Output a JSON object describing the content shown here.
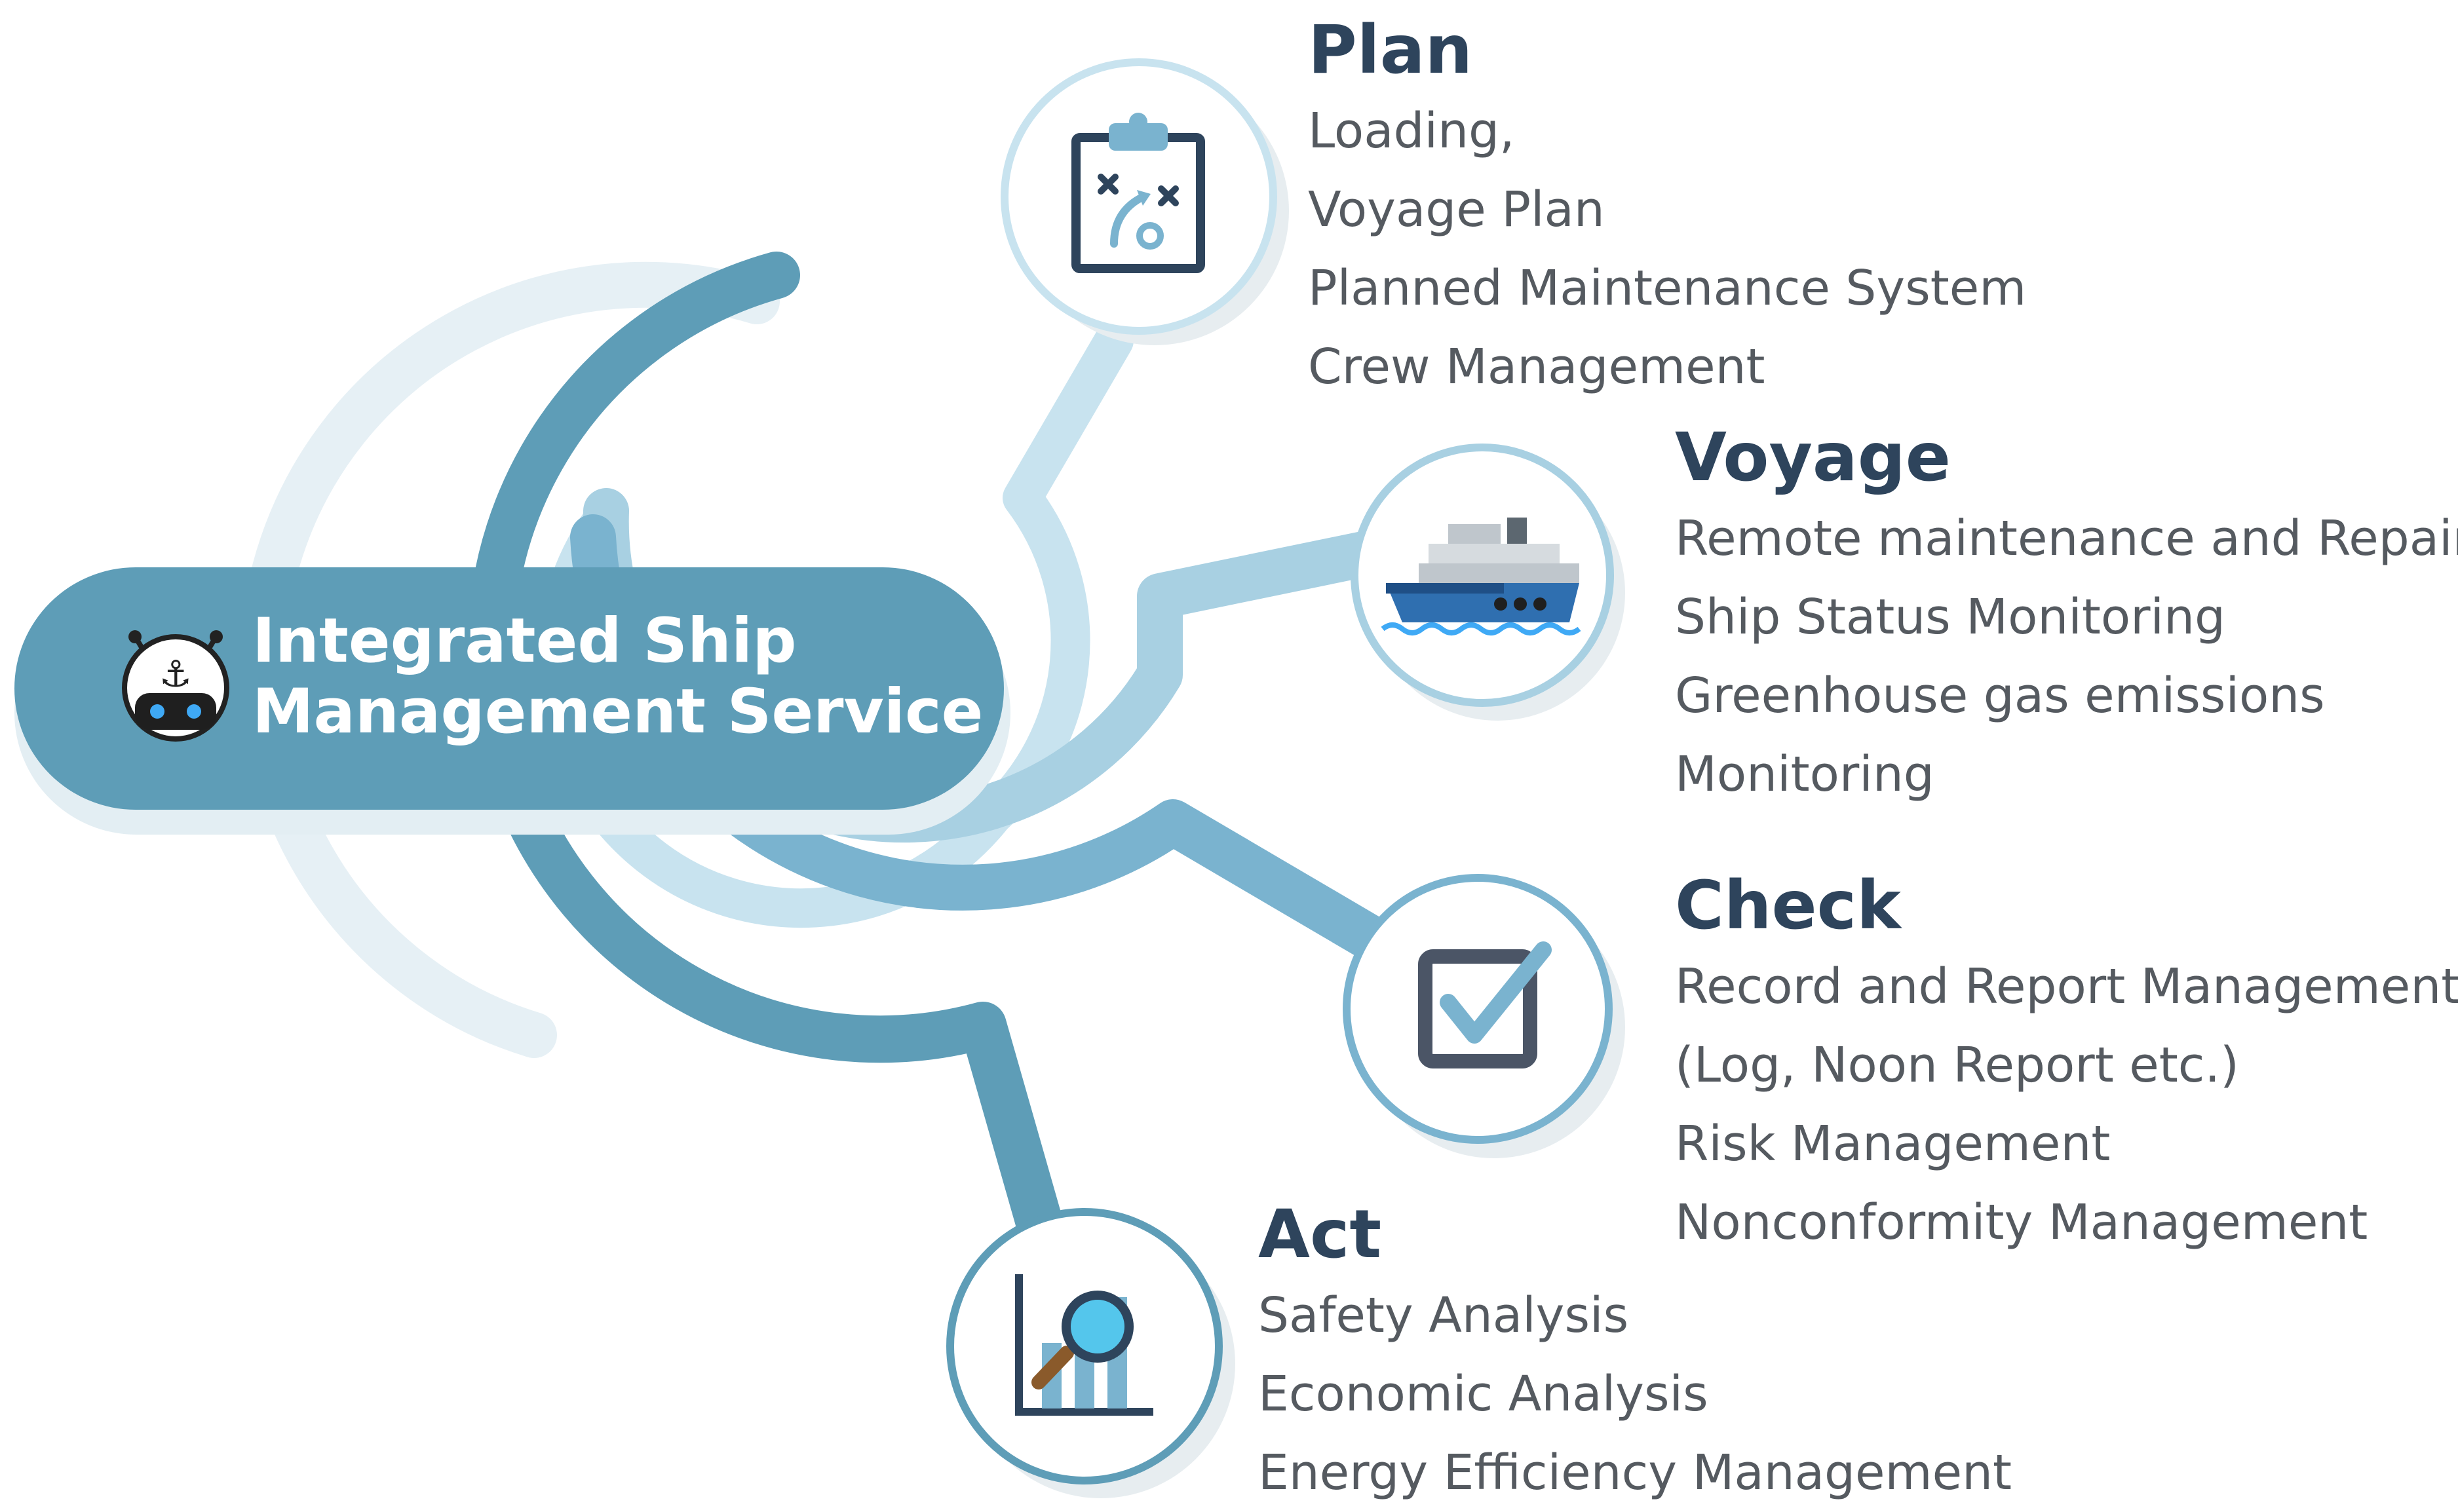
{
  "center": {
    "title_line1": "Integrated Ship",
    "title_line2": "Management Service",
    "icon": "robot-anchor-icon"
  },
  "sections": {
    "plan": {
      "heading": "Plan",
      "icon": "clipboard-strategy-icon",
      "items": [
        "Loading,",
        "Voyage Plan",
        "Planned Maintenance System",
        "Crew Management"
      ]
    },
    "voyage": {
      "heading": "Voyage",
      "icon": "ship-icon",
      "items": [
        "Remote maintenance and Repair",
        "Ship Status Monitoring",
        "Greenhouse gas emissions",
        "Monitoring"
      ]
    },
    "check": {
      "heading": "Check",
      "icon": "checkbox-icon",
      "items": [
        "Record and Report Management",
        "(Log, Noon Report etc.)",
        "Risk Management",
        "Nonconformity Management"
      ]
    },
    "act": {
      "heading": "Act",
      "icon": "chart-magnifier-icon",
      "items": [
        "Safety Analysis",
        "Economic Analysis",
        "Energy Efficiency Management"
      ]
    }
  },
  "colors": {
    "pill": "#5e9db7",
    "arc_dark": "#5e9db7",
    "arc_mid": "#7ab3cf",
    "arc_light": "#a8d0e2",
    "arc_lighter": "#c8e3ef",
    "heading": "#2e445c",
    "text": "#555a60"
  }
}
